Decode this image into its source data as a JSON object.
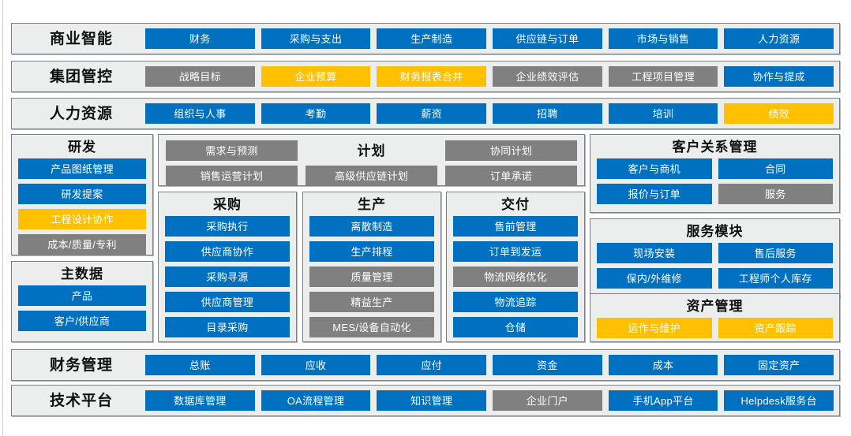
{
  "palette": {
    "blue": "#0070C0",
    "gray": "#808080",
    "orange": "#FFC000",
    "panel_bg": "#ECEDED",
    "panel_border": "#7B7F87",
    "text_on_chip": "#FFFFFF",
    "title_text": "#101010"
  },
  "bands": {
    "business_intelligence": {
      "label": "商业智能",
      "items": [
        {
          "label": "财务",
          "color": "blue"
        },
        {
          "label": "采购与支出",
          "color": "blue"
        },
        {
          "label": "生产制造",
          "color": "blue"
        },
        {
          "label": "供应链与订单",
          "color": "blue"
        },
        {
          "label": "市场与销售",
          "color": "blue"
        },
        {
          "label": "人力资源",
          "color": "blue"
        }
      ]
    },
    "group_control": {
      "label": "集团管控",
      "items": [
        {
          "label": "战略目标",
          "color": "gray"
        },
        {
          "label": "企业预算",
          "color": "orange"
        },
        {
          "label": "财务报表合并",
          "color": "orange"
        },
        {
          "label": "企业绩效评估",
          "color": "gray"
        },
        {
          "label": "工程项目管理",
          "color": "gray"
        },
        {
          "label": "协作与提成",
          "color": "blue"
        }
      ]
    },
    "human_resources": {
      "label": "人力资源",
      "items": [
        {
          "label": "组织与人事",
          "color": "blue"
        },
        {
          "label": "考勤",
          "color": "blue"
        },
        {
          "label": "薪资",
          "color": "blue"
        },
        {
          "label": "招聘",
          "color": "blue"
        },
        {
          "label": "培训",
          "color": "blue"
        },
        {
          "label": "绩效",
          "color": "orange"
        }
      ]
    },
    "financial_management": {
      "label": "财务管理",
      "items": [
        {
          "label": "总账",
          "color": "blue"
        },
        {
          "label": "应收",
          "color": "blue"
        },
        {
          "label": "应付",
          "color": "blue"
        },
        {
          "label": "资金",
          "color": "blue"
        },
        {
          "label": "成本",
          "color": "blue"
        },
        {
          "label": "固定资产",
          "color": "blue"
        }
      ]
    },
    "technical_platform": {
      "label": "技术平台",
      "items": [
        {
          "label": "数据库管理",
          "color": "blue"
        },
        {
          "label": "OA流程管理",
          "color": "blue"
        },
        {
          "label": "知识管理",
          "color": "blue"
        },
        {
          "label": "企业门户",
          "color": "gray"
        },
        {
          "label": "手机App平台",
          "color": "blue"
        },
        {
          "label": "Helpdesk服务台",
          "color": "blue"
        }
      ]
    }
  },
  "groups": {
    "rnd": {
      "title": "研发",
      "items": [
        {
          "label": "产品图纸管理",
          "color": "blue"
        },
        {
          "label": "研发提案",
          "color": "blue"
        },
        {
          "label": "工程设计协作",
          "color": "orange"
        },
        {
          "label": "成本/质量/专利",
          "color": "gray"
        }
      ]
    },
    "master_data": {
      "title": "主数据",
      "items": [
        {
          "label": "产品",
          "color": "blue"
        },
        {
          "label": "客户/供应商",
          "color": "blue"
        }
      ]
    },
    "plan": {
      "title": "计划",
      "items": [
        {
          "label": "需求与预测",
          "color": "gray"
        },
        {
          "label": "协同计划",
          "color": "gray"
        },
        {
          "label": "销售运营计划",
          "color": "gray"
        },
        {
          "label": "高级供应链计划",
          "color": "gray"
        },
        {
          "label": "订单承诺",
          "color": "gray"
        }
      ]
    },
    "purchasing": {
      "title": "采购",
      "items": [
        {
          "label": "采购执行",
          "color": "blue"
        },
        {
          "label": "供应商协作",
          "color": "blue"
        },
        {
          "label": "采购寻源",
          "color": "blue"
        },
        {
          "label": "供应商管理",
          "color": "blue"
        },
        {
          "label": "目录采购",
          "color": "blue"
        }
      ]
    },
    "production": {
      "title": "生产",
      "items": [
        {
          "label": "离散制造",
          "color": "blue"
        },
        {
          "label": "生产排程",
          "color": "blue"
        },
        {
          "label": "质量管理",
          "color": "gray"
        },
        {
          "label": "精益生产",
          "color": "gray"
        },
        {
          "label": "MES/设备自动化",
          "color": "gray"
        }
      ]
    },
    "delivery": {
      "title": "交付",
      "items": [
        {
          "label": "售前管理",
          "color": "blue"
        },
        {
          "label": "订单到发运",
          "color": "blue"
        },
        {
          "label": "物流网络优化",
          "color": "gray"
        },
        {
          "label": "物流追踪",
          "color": "blue"
        },
        {
          "label": "仓储",
          "color": "blue"
        }
      ]
    },
    "crm": {
      "title": "客户关系管理",
      "items": [
        {
          "label": "客户与商机",
          "color": "blue"
        },
        {
          "label": "合同",
          "color": "blue"
        },
        {
          "label": "报价与订单",
          "color": "blue"
        },
        {
          "label": "服务",
          "color": "gray"
        }
      ]
    },
    "service_module": {
      "title": "服务模块",
      "items": [
        {
          "label": "现场安装",
          "color": "blue"
        },
        {
          "label": "售后服务",
          "color": "blue"
        },
        {
          "label": "保内/外维修",
          "color": "blue"
        },
        {
          "label": "工程师个人库存",
          "color": "blue"
        }
      ]
    },
    "asset_management": {
      "title": "资产管理",
      "items": [
        {
          "label": "运作与维护",
          "color": "orange"
        },
        {
          "label": "资产跟踪",
          "color": "orange"
        }
      ]
    }
  }
}
